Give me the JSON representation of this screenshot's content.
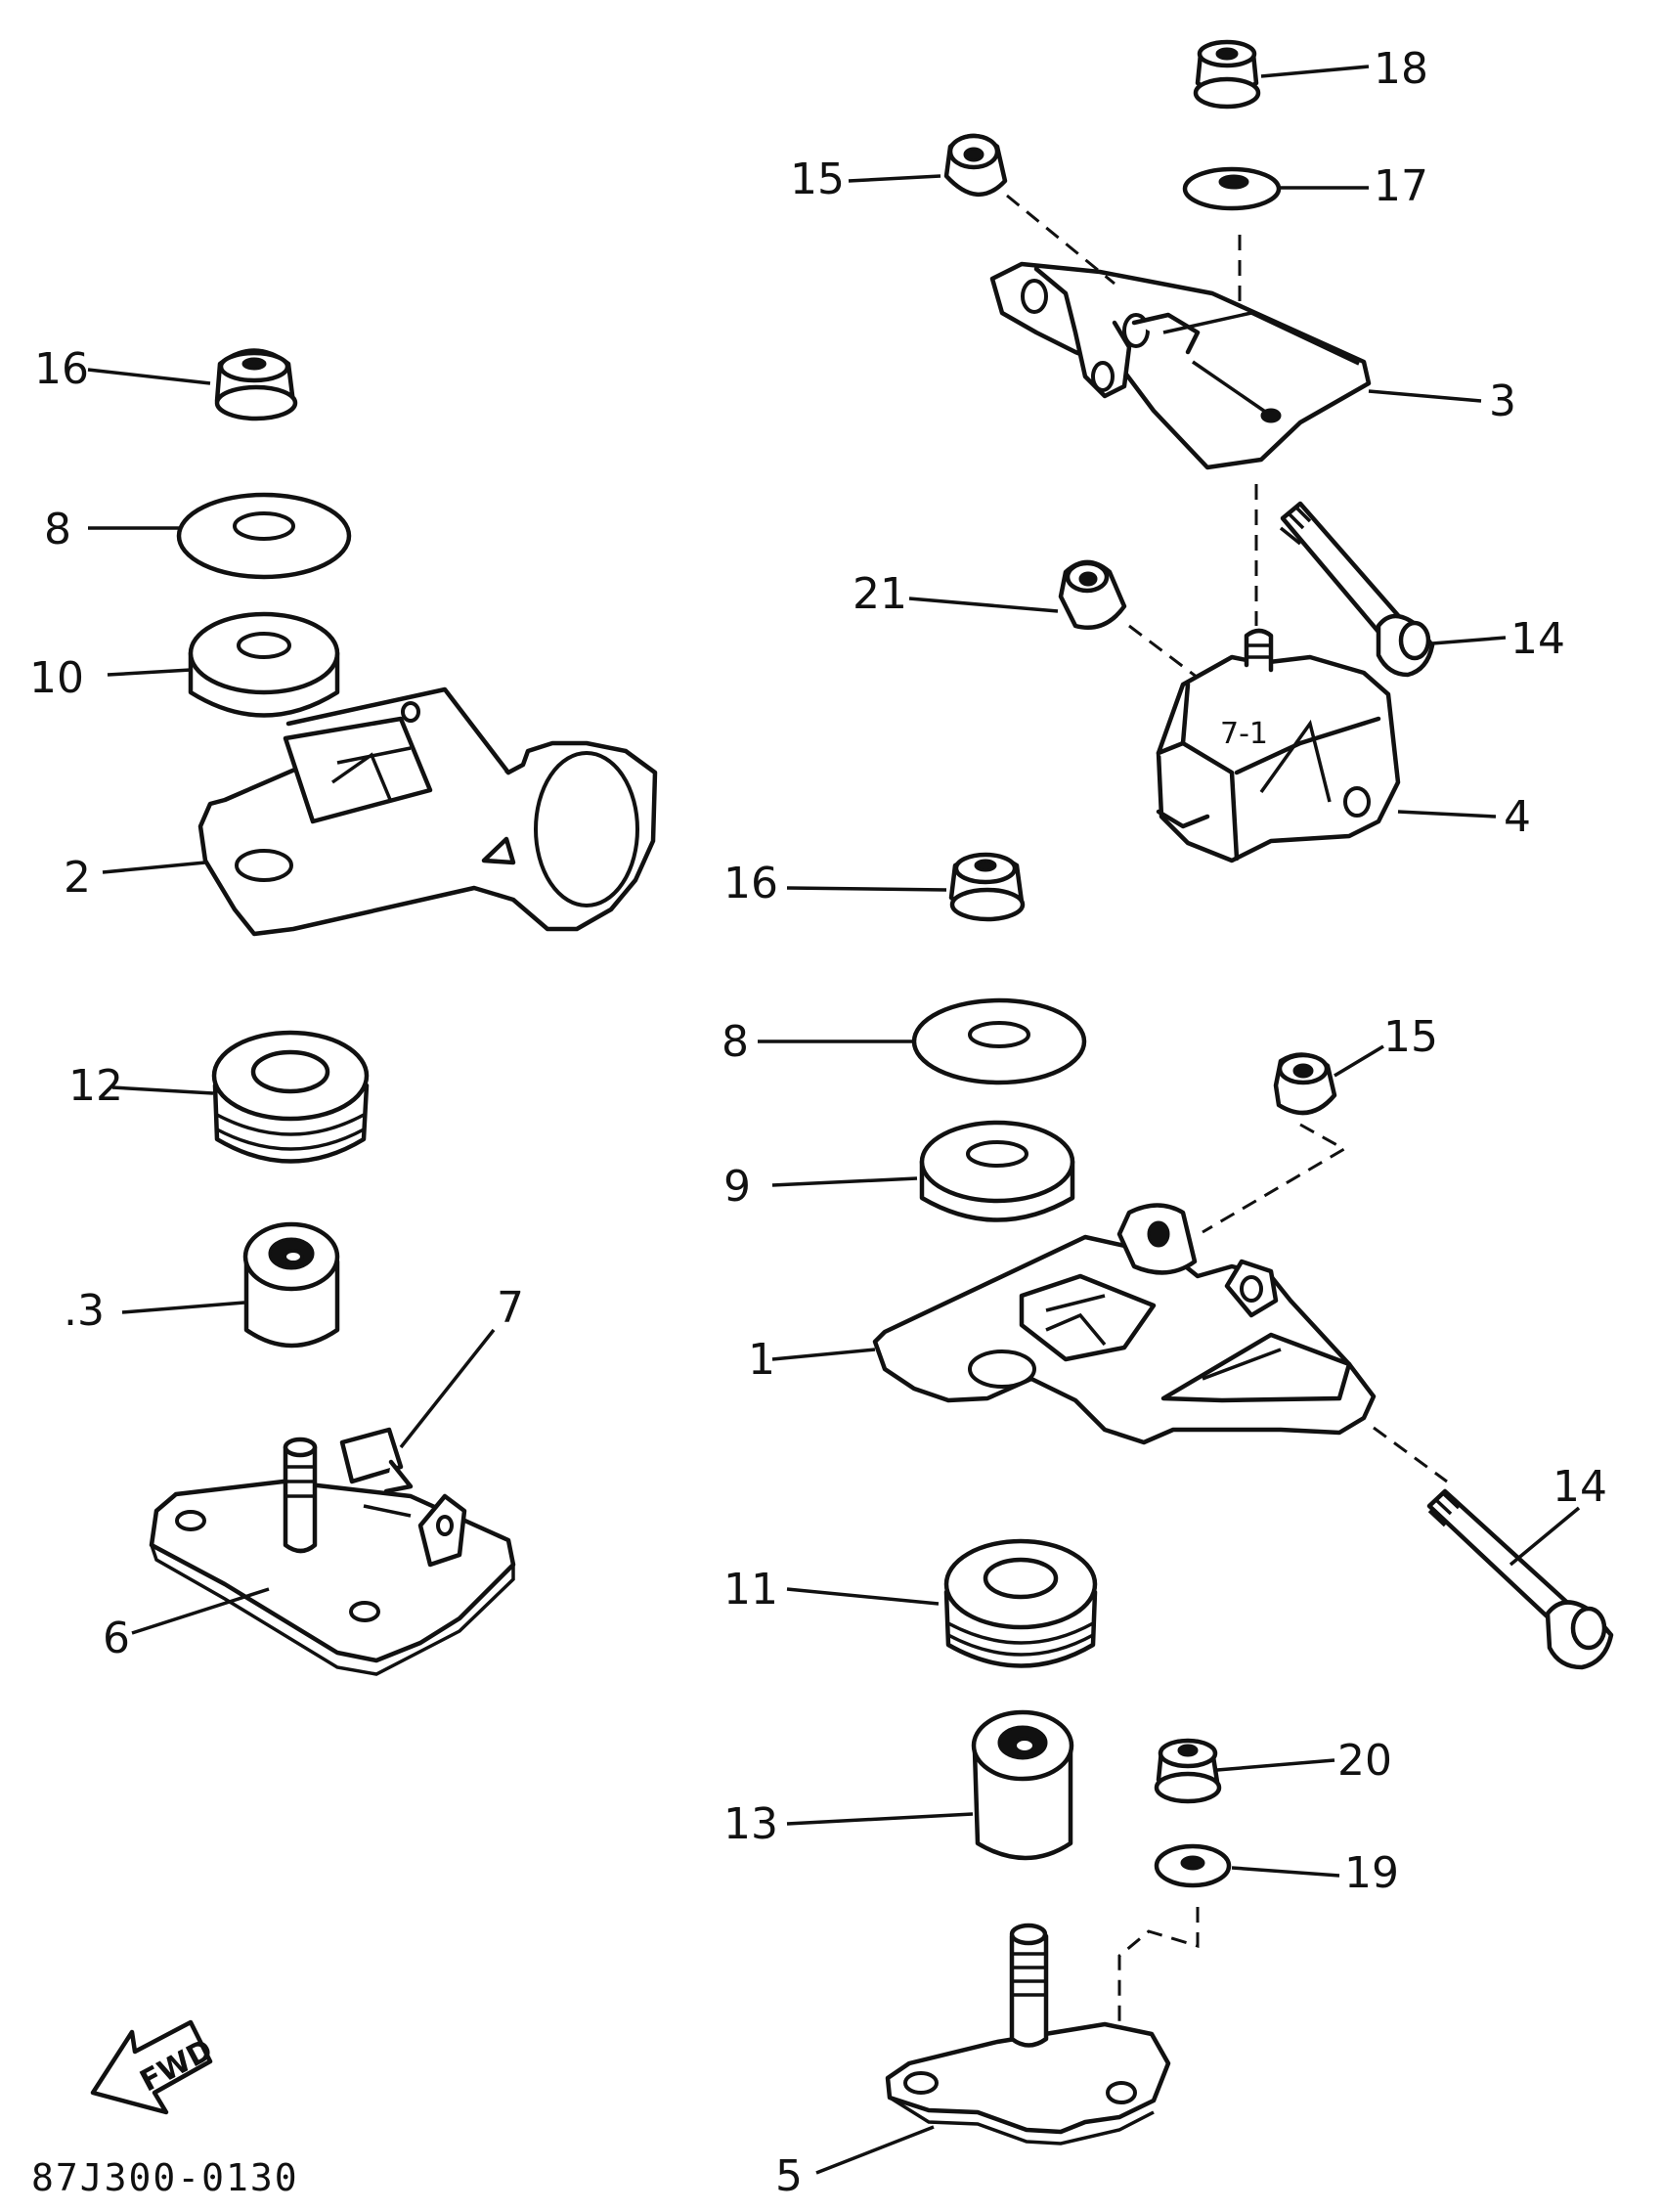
{
  "callouts": {
    "c18": "18",
    "c17": "17",
    "c15a": "15",
    "c3": "3",
    "c16a": "16",
    "c8a": "8",
    "c10": "10",
    "c21": "21",
    "c14a": "14",
    "c2": "2",
    "c4": "4",
    "c16b": "16",
    "c8b": "8",
    "c15b": "15",
    "c12": "12",
    "c9": "9",
    "c13a": ".3",
    "c7": "7",
    "c1": "1",
    "c14b": "14",
    "c6": "6",
    "c11": "11",
    "c20": "20",
    "c13b": "13",
    "c19": "19",
    "c5": "5"
  },
  "fwd_label": "FWD",
  "drawing_code": "87J300-0130"
}
